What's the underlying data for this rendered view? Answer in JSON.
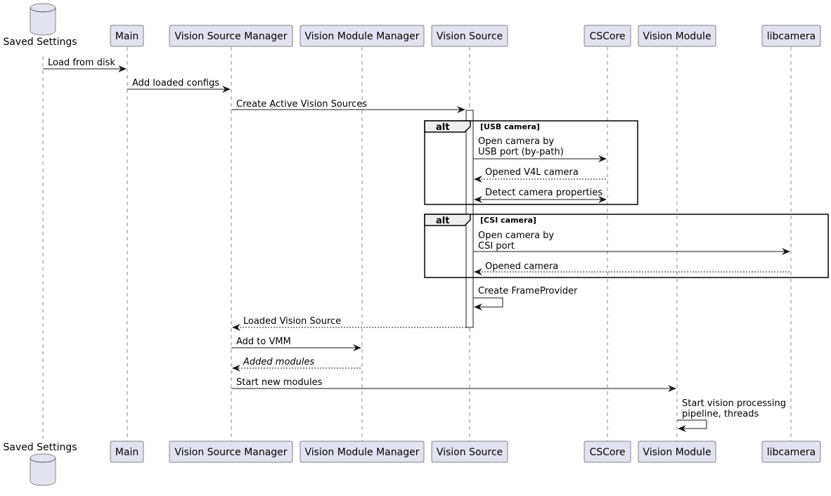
{
  "participants": [
    {
      "id": "saved",
      "label": "Saved Settings",
      "kind": "database"
    },
    {
      "id": "main",
      "label": "Main",
      "kind": "participant"
    },
    {
      "id": "vsm",
      "label": "Vision Source Manager",
      "kind": "participant"
    },
    {
      "id": "vmm",
      "label": "Vision Module Manager",
      "kind": "participant"
    },
    {
      "id": "vs",
      "label": "Vision Source",
      "kind": "participant"
    },
    {
      "id": "cscore",
      "label": "CSCore",
      "kind": "participant"
    },
    {
      "id": "vm",
      "label": "Vision Module",
      "kind": "participant"
    },
    {
      "id": "libcamera",
      "label": "libcamera",
      "kind": "participant"
    }
  ],
  "messages": [
    {
      "from": "saved",
      "to": "main",
      "lines": [
        "Load from disk"
      ],
      "style": "solid"
    },
    {
      "from": "main",
      "to": "vsm",
      "lines": [
        "Add loaded configs"
      ],
      "style": "solid"
    },
    {
      "from": "vsm",
      "to": "vs",
      "lines": [
        "Create Active Vision Sources"
      ],
      "style": "solid"
    },
    {
      "from": "vs",
      "to": "cscore",
      "lines": [
        "Open camera by",
        "USB port (by-path)"
      ],
      "style": "solid"
    },
    {
      "from": "cscore",
      "to": "vs",
      "lines": [
        "Opened V4L camera"
      ],
      "style": "dashed"
    },
    {
      "from": "vs",
      "to": "cscore",
      "lines": [
        "Detect camera properties"
      ],
      "style": "solid",
      "bidirectional": true
    },
    {
      "from": "vs",
      "to": "libcamera",
      "lines": [
        "Open camera by",
        "CSI port"
      ],
      "style": "solid"
    },
    {
      "from": "libcamera",
      "to": "vs",
      "lines": [
        "Opened camera"
      ],
      "style": "dashed"
    },
    {
      "from": "vs",
      "to": "vs",
      "lines": [
        "Create FrameProvider"
      ],
      "style": "solid"
    },
    {
      "from": "vs",
      "to": "vsm",
      "lines": [
        "Loaded Vision Source"
      ],
      "style": "dashed"
    },
    {
      "from": "vsm",
      "to": "vmm",
      "lines": [
        "Add to VMM"
      ],
      "style": "solid"
    },
    {
      "from": "vmm",
      "to": "vsm",
      "lines": [
        "Added modules"
      ],
      "style": "dashed",
      "italic": true
    },
    {
      "from": "vsm",
      "to": "vm",
      "lines": [
        "Start new modules"
      ],
      "style": "solid"
    },
    {
      "from": "vm",
      "to": "vm",
      "lines": [
        "Start vision processing",
        "pipeline, threads"
      ],
      "style": "solid"
    }
  ],
  "alt_frames": [
    {
      "keyword": "alt",
      "guard": "[USB camera]"
    },
    {
      "keyword": "alt",
      "guard": "[CSI camera]"
    }
  ]
}
